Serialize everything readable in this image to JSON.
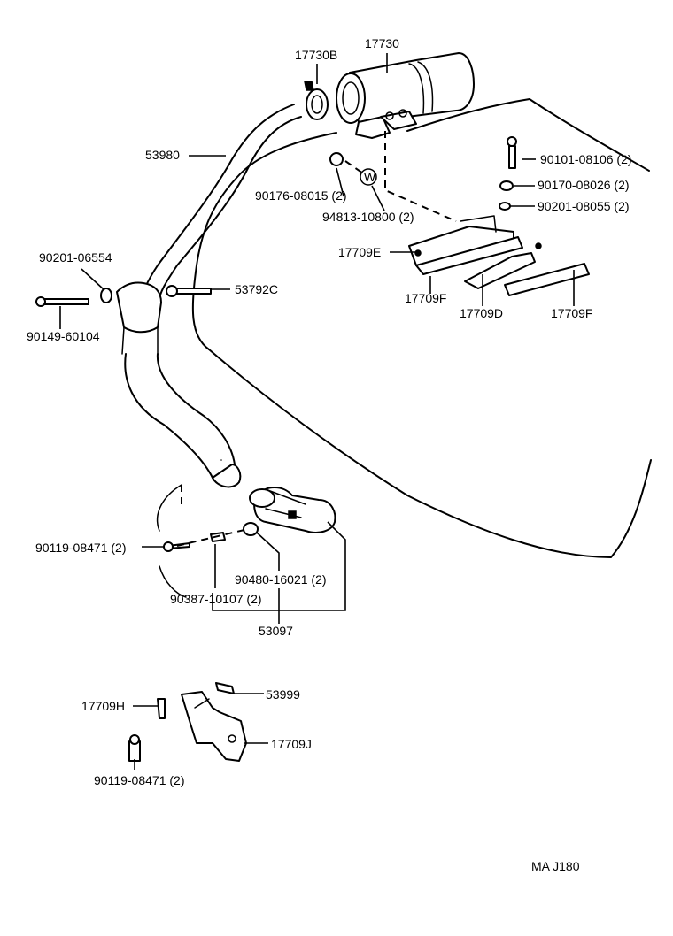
{
  "callouts": {
    "air_cleaner": "17730",
    "hose_clamp": "17730B",
    "intake_hose": "53980",
    "grommet_a": "90176-08015 (2)",
    "washer_plate": "94813-10800 (2)",
    "bolt_top": "90101-08106 (2)",
    "nut_top": "90170-08026 (2)",
    "washer_top": "90201-08055 (2)",
    "bracket_e": "17709E",
    "plate_f_left": "17709F",
    "bracket_d": "17709D",
    "plate_f_right": "17709F",
    "washer_left": "90201-06554",
    "bolt_left": "90149-60104",
    "clamp_bolt": "53792C",
    "bolt_lower": "90119-08471 (2)",
    "grommet_b": "90480-16021 (2)",
    "collar": "90387-10107 (2)",
    "inlet_duct": "53097",
    "bracket_h": "17709H",
    "clip": "53999",
    "bracket_j": "17709J",
    "bolt_bottom": "90119-08471 (2)"
  },
  "footer": {
    "code": "MA  J180"
  }
}
